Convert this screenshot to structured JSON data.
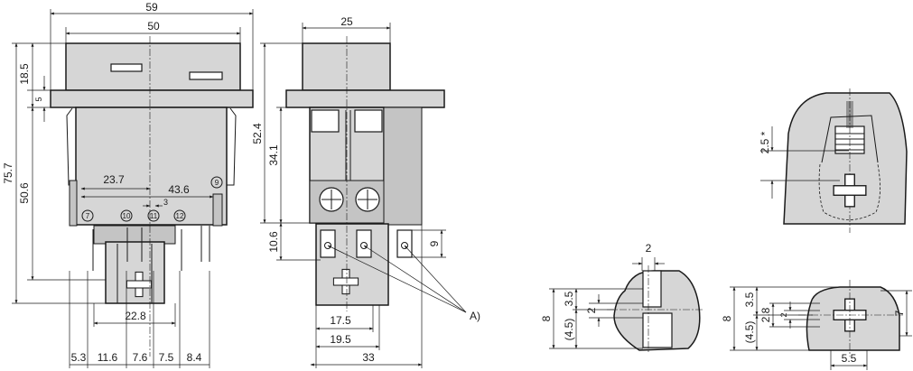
{
  "front_view": {
    "width_overall": "59",
    "width_body": "50",
    "height_overall": "75.7",
    "height_cap": "18.5",
    "flange": "5",
    "height_body": "50.6",
    "offset_a": "23.7",
    "offset_b": "43.6",
    "gap_small": "3",
    "terminal_spacing": "22.8",
    "bottom_spacing": [
      "5.3",
      "11.6",
      "7.6",
      "7.5",
      "8.4"
    ],
    "terminals": [
      "7",
      "10",
      "11",
      "12",
      "9"
    ]
  },
  "side_view": {
    "width_cap": "25",
    "height_overall": "52.4",
    "height_body": "34.1",
    "terminal_length": "10.6",
    "terminal_right": "9",
    "width_1": "17.5",
    "width_2": "19.5",
    "width_total": "33",
    "callout": "A)"
  },
  "detail_views": {
    "top_dim": "2.5 *",
    "mid": {
      "top_dim": "2",
      "overall": "8",
      "upper": "3.5",
      "lower": "(4.5)",
      "inner": "2"
    },
    "right": {
      "overall": "8",
      "upper": "3.5",
      "lower": "(4.5)",
      "inner_a": "2.8",
      "inner_b": "2",
      "height": "7",
      "width": "5.5"
    }
  }
}
